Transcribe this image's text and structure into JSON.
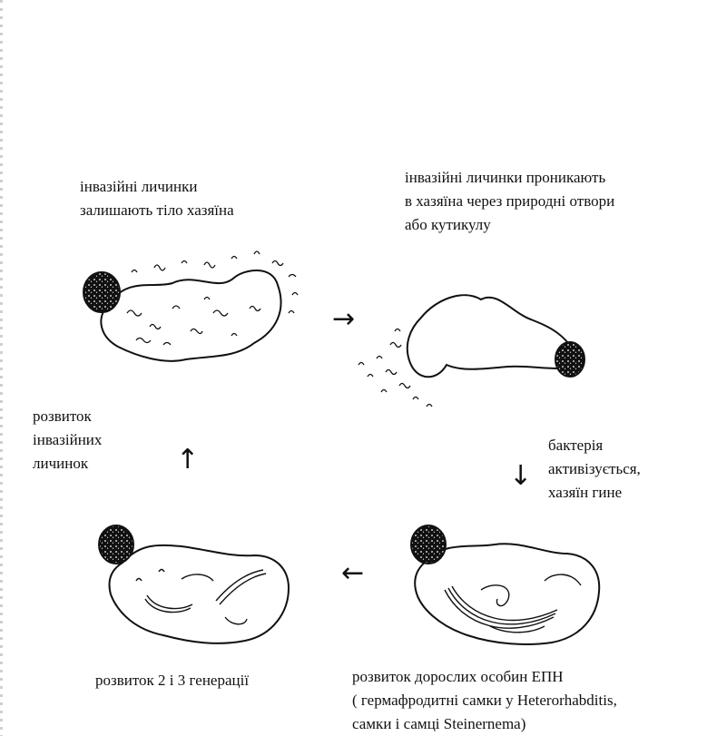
{
  "labels": {
    "top_left": "інвазійні личинки\nзалишають тіло хазяїна",
    "top_right": "інвазійні личинки проникають\nв хазяїна через природні отвори\nабо кутикулу",
    "mid_left": "розвиток\nінвазійних\nличинок",
    "mid_right": "бактерія\nактивізується,\nхазяїн гине",
    "bottom_left": "розвиток 2 і 3 генерації",
    "bottom_right": "розвиток дорослих особин ЕПН\n( гермафродитні самки у Heterorhabditis,\nсамки і самці Steinernema)"
  },
  "arrows": {
    "right": "→",
    "up": "↑",
    "down": "↓",
    "left": "←"
  }
}
